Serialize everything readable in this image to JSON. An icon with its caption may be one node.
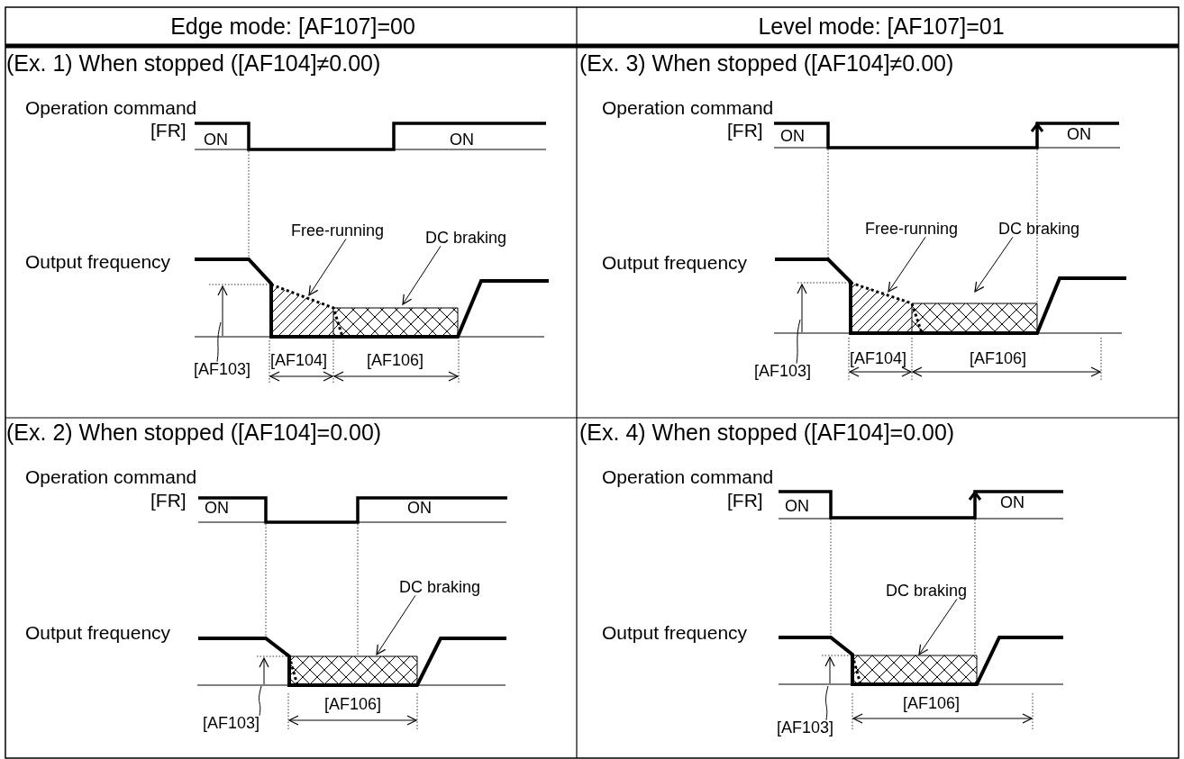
{
  "diagram": {
    "nodes": [
      {
        "text": [
          "Free-running"
        ]
      },
      {
        "text": [
          "DC braking"
        ]
      },
      {
        "text": [
          "[AF103]"
        ]
      },
      {
        "text": [
          "Free-running"
        ]
      },
      {
        "text": [
          "DC braking"
        ]
      },
      {
        "text": [
          "[AF103]"
        ]
      },
      {
        "text": [
          "DC braking"
        ]
      },
      {
        "text": [
          "[AF103]"
        ]
      },
      {
        "text": [
          "DC braking"
        ]
      },
      {
        "text": [
          "[AF103]"
        ]
      }
    ],
    "edges": [
      {
        "from": 0,
        "to": null,
        "arrow": "to"
      },
      {
        "from": 1,
        "to": null,
        "arrow": "to"
      },
      {
        "from": 2,
        "to": null,
        "arrow": "none"
      },
      {
        "from": 3,
        "to": null,
        "arrow": "to"
      },
      {
        "from": 4,
        "to": null,
        "arrow": "to"
      },
      {
        "from": 5,
        "to": null,
        "arrow": "none"
      },
      {
        "from": 6,
        "to": null,
        "arrow": "to"
      },
      {
        "from": 7,
        "to": null,
        "arrow": "none"
      },
      {
        "from": 8,
        "to": null,
        "arrow": "to"
      },
      {
        "from": 9,
        "to": null,
        "arrow": "none"
      }
    ],
    "labels": [
      "Edge mode: [AF107]=00",
      "Level mode: [AF107]=01",
      "(Ex. 1) When stopped ([AF104]≠0.00)",
      "Operation command",
      "[FR]",
      "ON",
      "ON",
      "Output frequency",
      "[AF104]",
      "[AF106]",
      "(Ex. 3) When stopped ([AF104]≠0.00)",
      "Operation command",
      "[FR]",
      "ON",
      "ON",
      "Output frequency",
      "[AF104]",
      "[AF106]",
      "(Ex. 2) When stopped ([AF104]=0.00)",
      "Operation command",
      "[FR]",
      "ON",
      "ON",
      "Output frequency",
      "[AF106]",
      "(Ex. 4) When stopped ([AF104]=0.00)",
      "Operation command",
      "[FR]",
      "ON",
      "ON",
      "Output frequency",
      "[AF106]"
    ]
  }
}
